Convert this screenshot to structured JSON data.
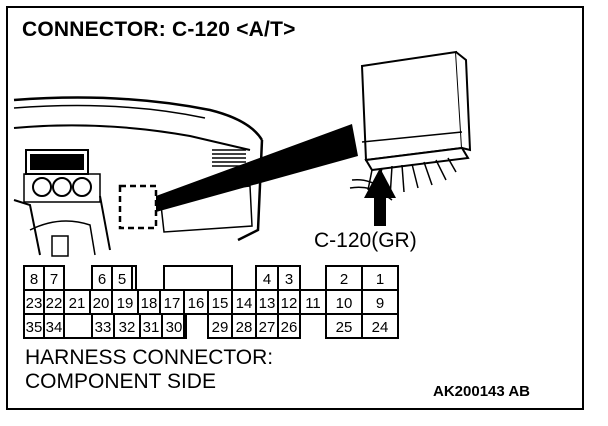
{
  "title": "CONNECTOR: C-120 <A/T>",
  "connector_label": "C-120(GR)",
  "footer": {
    "line1": "HARNESS CONNECTOR:",
    "line2": "COMPONENT SIDE"
  },
  "figure_code": "AK200143 AB",
  "pins": {
    "row1": [
      "8",
      "7",
      "6",
      "5",
      "4",
      "3",
      "2",
      "1"
    ],
    "row2": [
      "23",
      "22",
      "21",
      "20",
      "19",
      "18",
      "17",
      "16",
      "15",
      "14",
      "13",
      "12",
      "11",
      "10",
      "9"
    ],
    "row3": [
      "35",
      "34",
      "33",
      "32",
      "31",
      "30",
      "29",
      "28",
      "27",
      "26",
      "25",
      "24"
    ]
  }
}
